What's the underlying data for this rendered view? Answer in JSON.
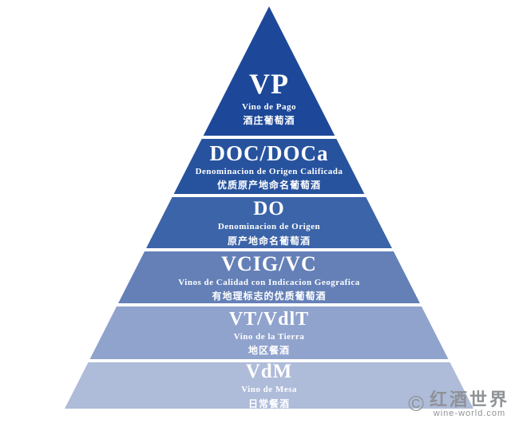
{
  "pyramid": {
    "levels": [
      {
        "code": "VP",
        "name": "Vino de Pago",
        "cn": "酒庄葡萄酒",
        "color": "#1d4899"
      },
      {
        "code": "DOC/DOCa",
        "name": "Denominacion de Origen Calificada",
        "cn": "优质原产地命名葡萄酒",
        "color": "#27539e"
      },
      {
        "code": "DO",
        "name": "Denominacion de Origen",
        "cn": "原产地命名葡萄酒",
        "color": "#3c64a8"
      },
      {
        "code": "VCIG/VC",
        "name": "Vinos de Calidad con Indicacion Geografica",
        "cn": "有地理标志的优质葡萄酒",
        "color": "#6480b7"
      },
      {
        "code": "VT/VdlT",
        "name": "Vino de la Tierra",
        "cn": "地区餐酒",
        "color": "#90a3cd"
      },
      {
        "code": "VdM",
        "name": "Vino de Mesa",
        "cn": "日常餐酒",
        "color": "#aebbd9"
      }
    ]
  },
  "watermark": {
    "symbol": "©",
    "name": "红酒世界",
    "url": "wine-world.com"
  }
}
